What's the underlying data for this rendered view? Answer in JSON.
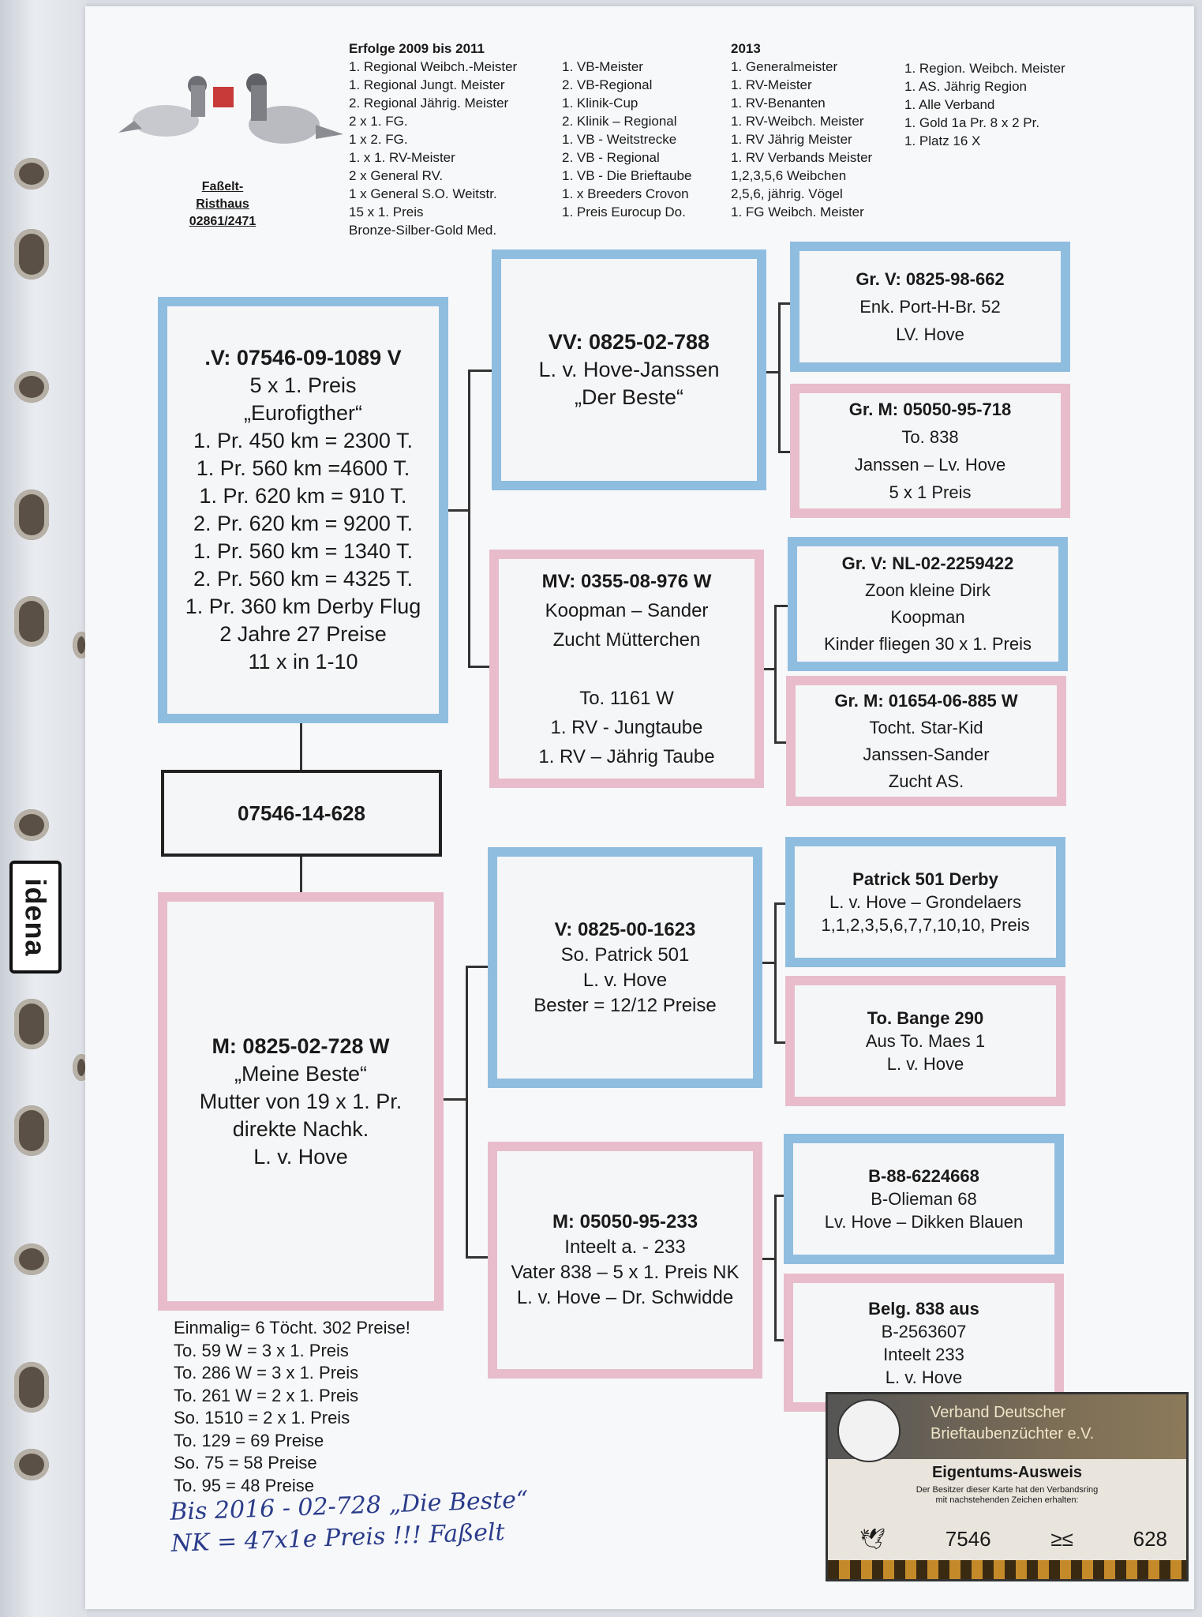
{
  "header": {
    "col1_title": "Erfolge 2009 bis 2011",
    "col1": [
      "1. Regional Weibch.-Meister",
      "1. Regional Jungt. Meister",
      "2. Regional Jährig. Meister",
      "2 x 1. FG.",
      "1 x 2. FG.",
      "1. x 1. RV-Meister",
      "2 x General RV.",
      "1 x General S.O. Weitstr.",
      "15 x 1. Preis",
      "Bronze-Silber-Gold Med."
    ],
    "col2": [
      "1. VB-Meister",
      "2. VB-Regional",
      "1. Klinik-Cup",
      "2. Klinik – Regional",
      "1. VB - Weitstrecke",
      "2. VB - Regional",
      "1. VB - Die Brieftaube",
      "1. x  Breeders Crovon",
      "1. Preis Eurocup Do."
    ],
    "col3_title": "2013",
    "col3": [
      "1. Generalmeister",
      "1. RV-Meister",
      "1. RV-Benanten",
      "1. RV-Weibch. Meister",
      "1. RV Jährig Meister",
      "1. RV Verbands Meister",
      "1,2,3,5,6 Weibchen",
      "2,5,6, jährig. Vögel",
      "1. FG Weibch. Meister"
    ],
    "col4": [
      "1. Region. Weibch. Meister",
      "1. AS. Jährig Region",
      "1. Alle Verband",
      "1. Gold 1a Pr. 8 x 2 Pr.",
      "1. Platz 16 X"
    ]
  },
  "owner": {
    "name1": "Faßelt-",
    "name2": "Risthaus",
    "phone": "02861/2471"
  },
  "pedigree": {
    "father": {
      "id": ".V: 07546-09-1089 V",
      "lines": [
        "5 x 1. Preis",
        "„Eurofigther“",
        "1. Pr. 450 km = 2300 T.",
        "1. Pr. 560 km =4600 T.",
        "1. Pr. 620 km = 910 T.",
        "2. Pr. 620 km = 9200 T.",
        "1.   Pr. 560 km = 1340 T.",
        "2. Pr. 560 km = 4325 T.",
        "1. Pr. 360 km Derby Flug",
        "2 Jahre 27 Preise",
        "11 x in 1-10"
      ]
    },
    "subject": {
      "id": "07546-14-628"
    },
    "mother": {
      "id": "M: 0825-02-728 W",
      "lines": [
        "„Meine Beste“",
        "Mutter von 19 x 1. Pr.",
        "direkte Nachk.",
        "L. v. Hove"
      ]
    },
    "ff": {
      "id": "VV: 0825-02-788",
      "lines": [
        "L. v. Hove-Janssen",
        "„Der Beste“"
      ]
    },
    "fm": {
      "id": "MV: 0355-08-976 W",
      "lines": [
        "Koopman – Sander",
        "Zucht Mütterchen",
        "",
        "To. 1161 W",
        "1. RV - Jungtaube",
        "1. RV – Jährig Taube"
      ]
    },
    "mf": {
      "id": "V: 0825-00-1623",
      "lines": [
        "So. Patrick 501",
        "L. v. Hove",
        "Bester = 12/12 Preise"
      ]
    },
    "mm": {
      "id": "M: 05050-95-233",
      "lines": [
        "Inteelt a. - 233",
        "Vater 838 – 5 x 1. Preis NK",
        "L. v. Hove – Dr. Schwidde"
      ]
    },
    "fff": {
      "id": "Gr. V: 0825-98-662",
      "lines": [
        "Enk. Port-H-Br. 52",
        "LV. Hove"
      ]
    },
    "ffm": {
      "id": "Gr. M: 05050-95-718",
      "lines": [
        "To. 838",
        "Janssen – Lv. Hove",
        "5 x 1 Preis"
      ]
    },
    "fmf": {
      "id": "Gr. V: NL-02-2259422",
      "lines": [
        "Zoon kleine Dirk",
        "Koopman",
        "Kinder fliegen 30 x 1. Preis"
      ]
    },
    "fmm": {
      "id": "Gr. M: 01654-06-885 W",
      "lines": [
        "Tocht. Star-Kid",
        "Janssen-Sander",
        "Zucht AS."
      ]
    },
    "mff": {
      "id": "Patrick 501 Derby",
      "lines": [
        "L. v. Hove – Grondelaers",
        "1,1,2,3,5,6,7,7,10,10, Preis"
      ]
    },
    "mfm": {
      "id": "To. Bange 290",
      "lines": [
        "Aus To. Maes 1",
        "L. v. Hove"
      ]
    },
    "mmf": {
      "id": "B-88-6224668",
      "lines": [
        "B-Olieman 68",
        "Lv. Hove – Dikken Blauen"
      ]
    },
    "mmm": {
      "id": "Belg. 838 aus",
      "lines": [
        "B-2563607",
        "Inteelt 233",
        "L. v. Hove"
      ]
    }
  },
  "offspring": [
    "Einmalig= 6 Töcht. 302 Preise!",
    "To. 59 W = 3 x 1. Preis",
    "To. 286 W = 3 x 1. Preis",
    "To. 261 W = 2 x 1. Preis",
    "So. 1510 = 2 x 1. Preis",
    "To. 129 = 69 Preise",
    "So. 75 = 58 Preise",
    "To. 95 = 48 Preise"
  ],
  "handwritten": {
    "line1": "Bis 2016 - 02-728 „Die Beste“",
    "line2": "NK = 47x1e Preis !!!  Faßelt"
  },
  "card": {
    "org1": "Verband Deutscher",
    "org2": "Brieftaubenzüchter e.V.",
    "title": "Eigentums-Ausweis",
    "note1": "Der Besitzer dieser Karte hat den Verbandsring",
    "note2": "mit nachstehenden Zeichen erhalten:",
    "ring_number": "7546",
    "ring_year": "≥≤",
    "ring_suffix": "628"
  },
  "brand_label": "idena"
}
